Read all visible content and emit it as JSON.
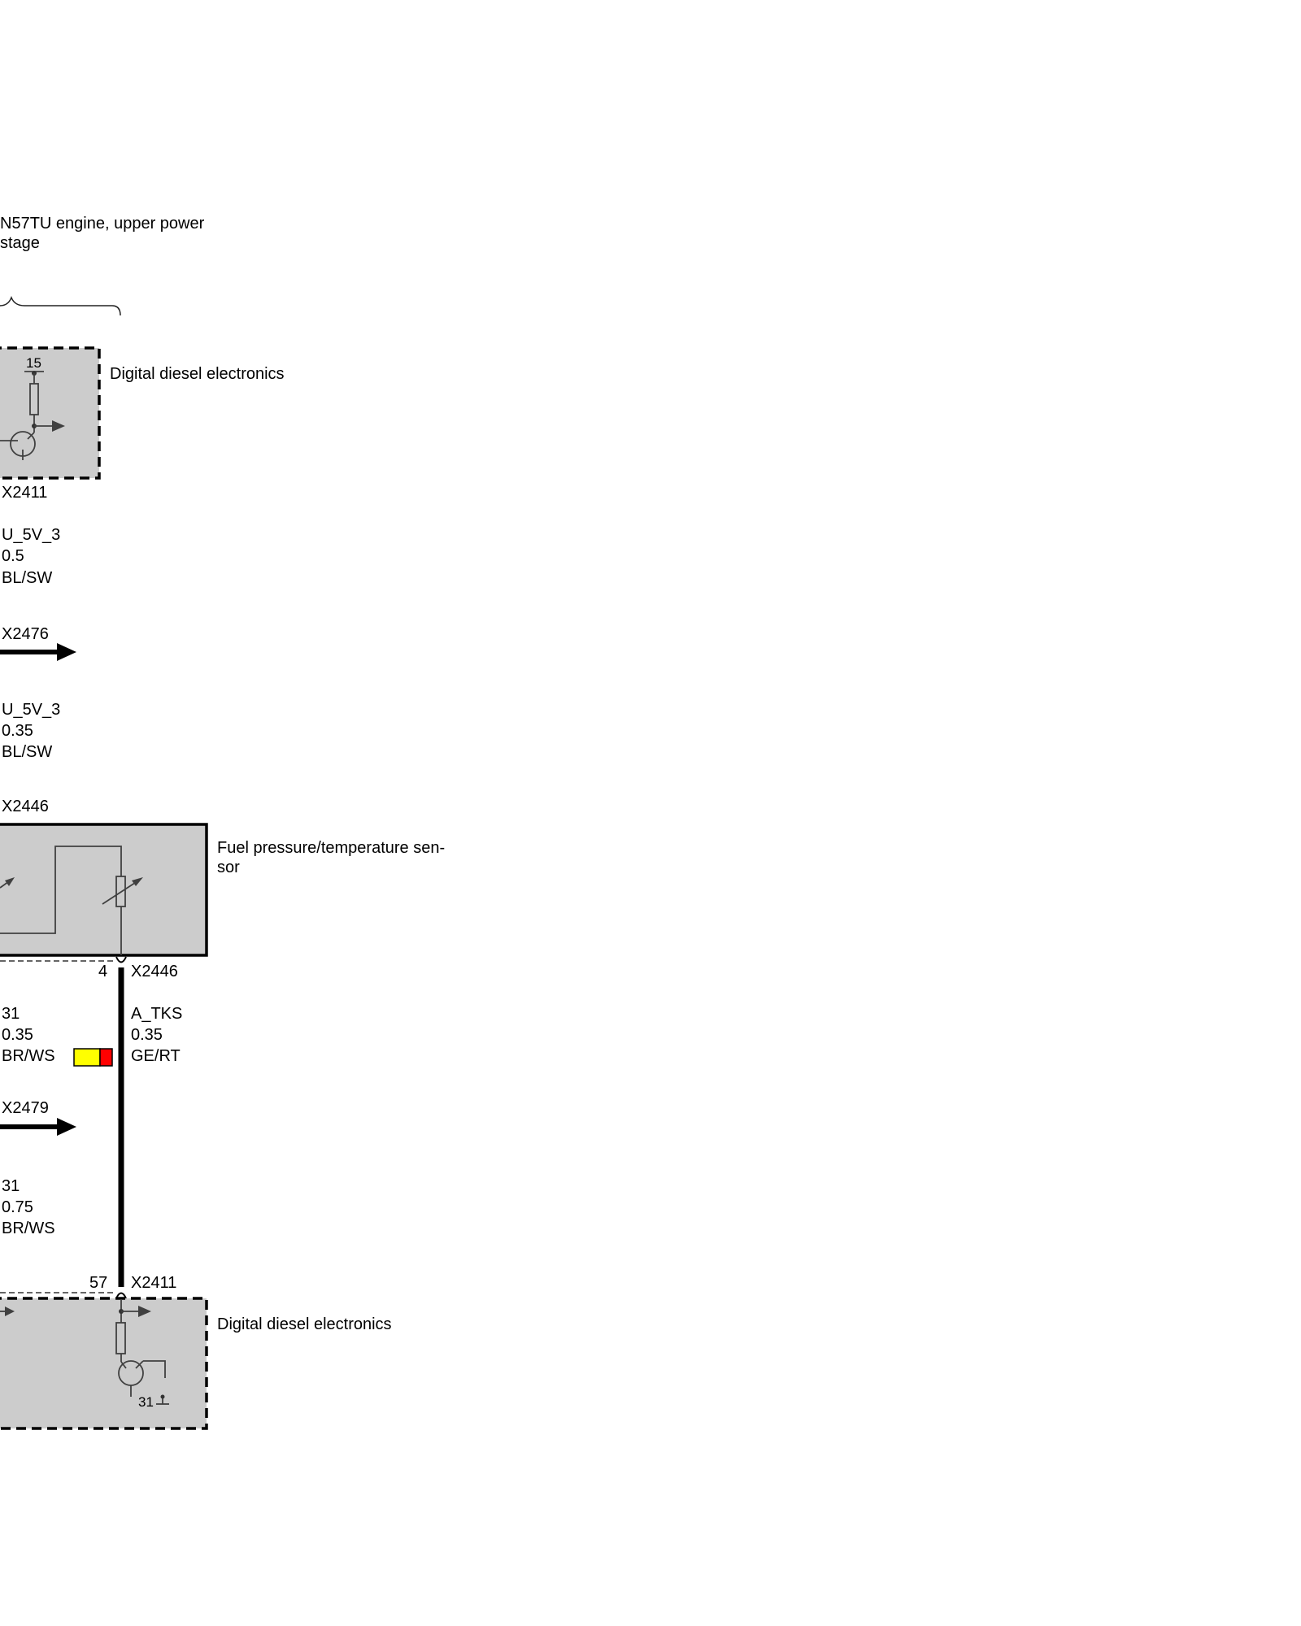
{
  "labels": {
    "engine_title_line1": "N57TU engine, upper power",
    "engine_title_line2": "stage",
    "dde_top": "Digital diesel electronics",
    "dde_top_pin": "15",
    "dde_top_connector": "X2411",
    "wire1": {
      "signal": "U_5V_3",
      "size": "0.5",
      "color": "BL/SW"
    },
    "connector_x2476": "X2476",
    "wire2": {
      "signal": "U_5V_3",
      "size": "0.35",
      "color": "BL/SW"
    },
    "sensor_connector_top": "X2446",
    "sensor_name_line1": "Fuel pressure/temperature sen-",
    "sensor_name_line2": "sor",
    "sensor_pin": "4",
    "sensor_connector_bottom": "X2446",
    "wire_left": {
      "signal": "31",
      "size": "0.35",
      "color": "BR/WS"
    },
    "wire_right": {
      "signal": "A_TKS",
      "size": "0.35",
      "color": "GE/RT"
    },
    "connector_x2479": "X2479",
    "wire_left2": {
      "signal": "31",
      "size": "0.75",
      "color": "BR/WS"
    },
    "dde_bottom_pin": "57",
    "dde_bottom_connector": "X2411",
    "dde_bottom": "Digital diesel electronics",
    "ground_label": "31"
  },
  "colors": {
    "component_fill": "#cccccc",
    "wire_color_swatch_yellow": "#ffff00",
    "wire_color_swatch_red": "#ff0000"
  }
}
